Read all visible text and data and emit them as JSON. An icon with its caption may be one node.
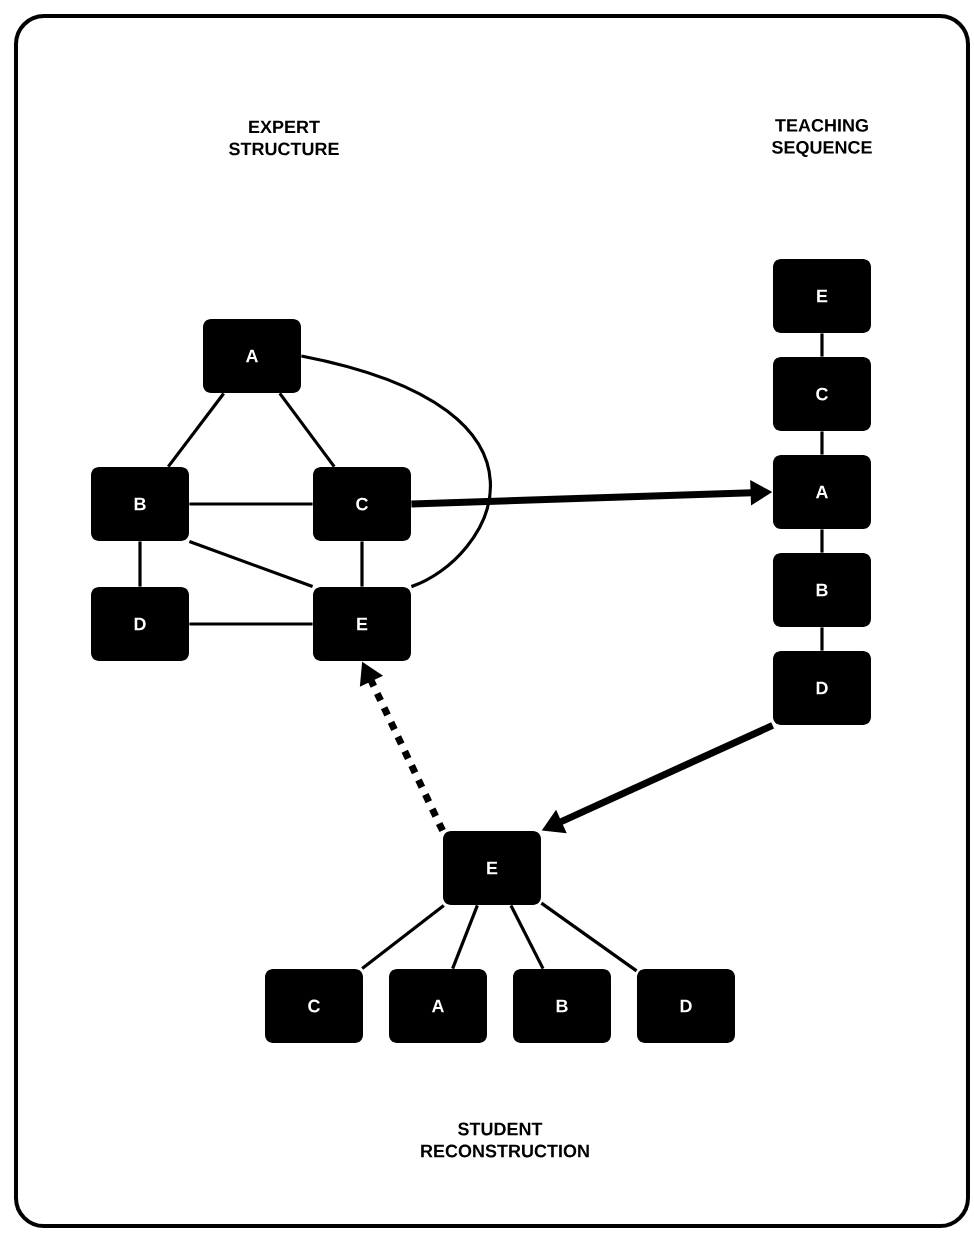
{
  "diagram": {
    "nodes": [
      {
        "text": [
          "A"
        ]
      },
      {
        "text": [
          "B"
        ]
      },
      {
        "text": [
          "C"
        ]
      },
      {
        "text": [
          "D"
        ]
      },
      {
        "text": [
          "E"
        ]
      },
      {
        "text": [
          "E"
        ]
      },
      {
        "text": [
          "C"
        ]
      },
      {
        "text": [
          "A"
        ]
      },
      {
        "text": [
          "B"
        ]
      },
      {
        "text": [
          "D"
        ]
      },
      {
        "text": [
          "E"
        ]
      },
      {
        "text": [
          "C"
        ]
      },
      {
        "text": [
          "A"
        ]
      },
      {
        "text": [
          "B"
        ]
      },
      {
        "text": [
          "D"
        ]
      }
    ],
    "edges": [
      {
        "from": 0,
        "to": 1,
        "arrow": "none"
      },
      {
        "from": 0,
        "to": 2,
        "arrow": "none"
      },
      {
        "from": 0,
        "to": 4,
        "arrow": "none"
      },
      {
        "from": 1,
        "to": 2,
        "arrow": "none"
      },
      {
        "from": 1,
        "to": 4,
        "arrow": "none"
      },
      {
        "from": 1,
        "to": 3,
        "arrow": "none"
      },
      {
        "from": 2,
        "to": 4,
        "arrow": "none"
      },
      {
        "from": 3,
        "to": 4,
        "arrow": "none"
      },
      {
        "from": 5,
        "to": 6,
        "arrow": "none"
      },
      {
        "from": 6,
        "to": 7,
        "arrow": "none"
      },
      {
        "from": 7,
        "to": 8,
        "arrow": "none"
      },
      {
        "from": 8,
        "to": 9,
        "arrow": "none"
      },
      {
        "from": 10,
        "to": 11,
        "arrow": "none"
      },
      {
        "from": 10,
        "to": 12,
        "arrow": "none"
      },
      {
        "from": 10,
        "to": 13,
        "arrow": "none"
      },
      {
        "from": 10,
        "to": 14,
        "arrow": "none"
      },
      {
        "from": 2,
        "to": 7,
        "arrow": "to",
        "style": "thick"
      },
      {
        "from": 9,
        "to": 10,
        "arrow": "to",
        "style": "thick"
      },
      {
        "from": 10,
        "to": 4,
        "arrow": "to",
        "style": "dashed"
      }
    ],
    "labels": [
      "EXPERT STRUCTURE",
      "TEACHING SEQUENCE",
      "STUDENT RECONSTRUCTION"
    ]
  }
}
